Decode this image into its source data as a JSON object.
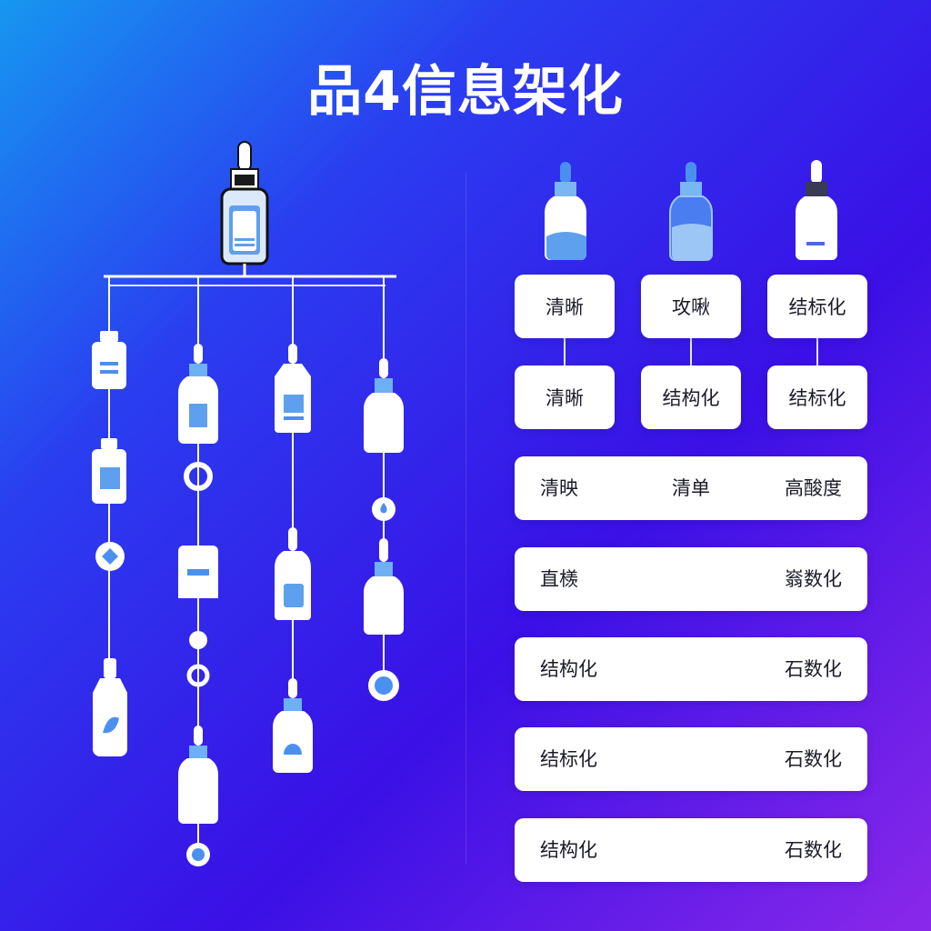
{
  "title": "品4信息架化",
  "colors": {
    "bg_start": "#1697f0",
    "bg_mid": "#3a10e6",
    "bg_end": "#8a28ea",
    "accent_blue": "#4a90f0",
    "light_blue": "#9cc6f6",
    "card_bg": "#ffffff",
    "card_text": "#1b1b2a"
  },
  "cards": [
    {
      "label": "清晰"
    },
    {
      "label": "攻啾"
    },
    {
      "label": "结标化"
    },
    {
      "label": "清晰"
    },
    {
      "label": "结构化"
    },
    {
      "label": "结标化"
    }
  ],
  "rows": [
    {
      "left": "清映",
      "center": "清单",
      "right": "高酸度"
    },
    {
      "left": "直檨",
      "right": "嵡数化"
    },
    {
      "left": "结构化",
      "right": "石数化"
    },
    {
      "left": "结标化",
      "right": "石数化"
    },
    {
      "left": "结构化",
      "right": "石数化"
    }
  ],
  "icons": {
    "root": "dropper-bottle-icon",
    "nodes": [
      "bottle-icon",
      "ring-node-icon",
      "drop-node-icon",
      "dot-node-icon"
    ]
  }
}
